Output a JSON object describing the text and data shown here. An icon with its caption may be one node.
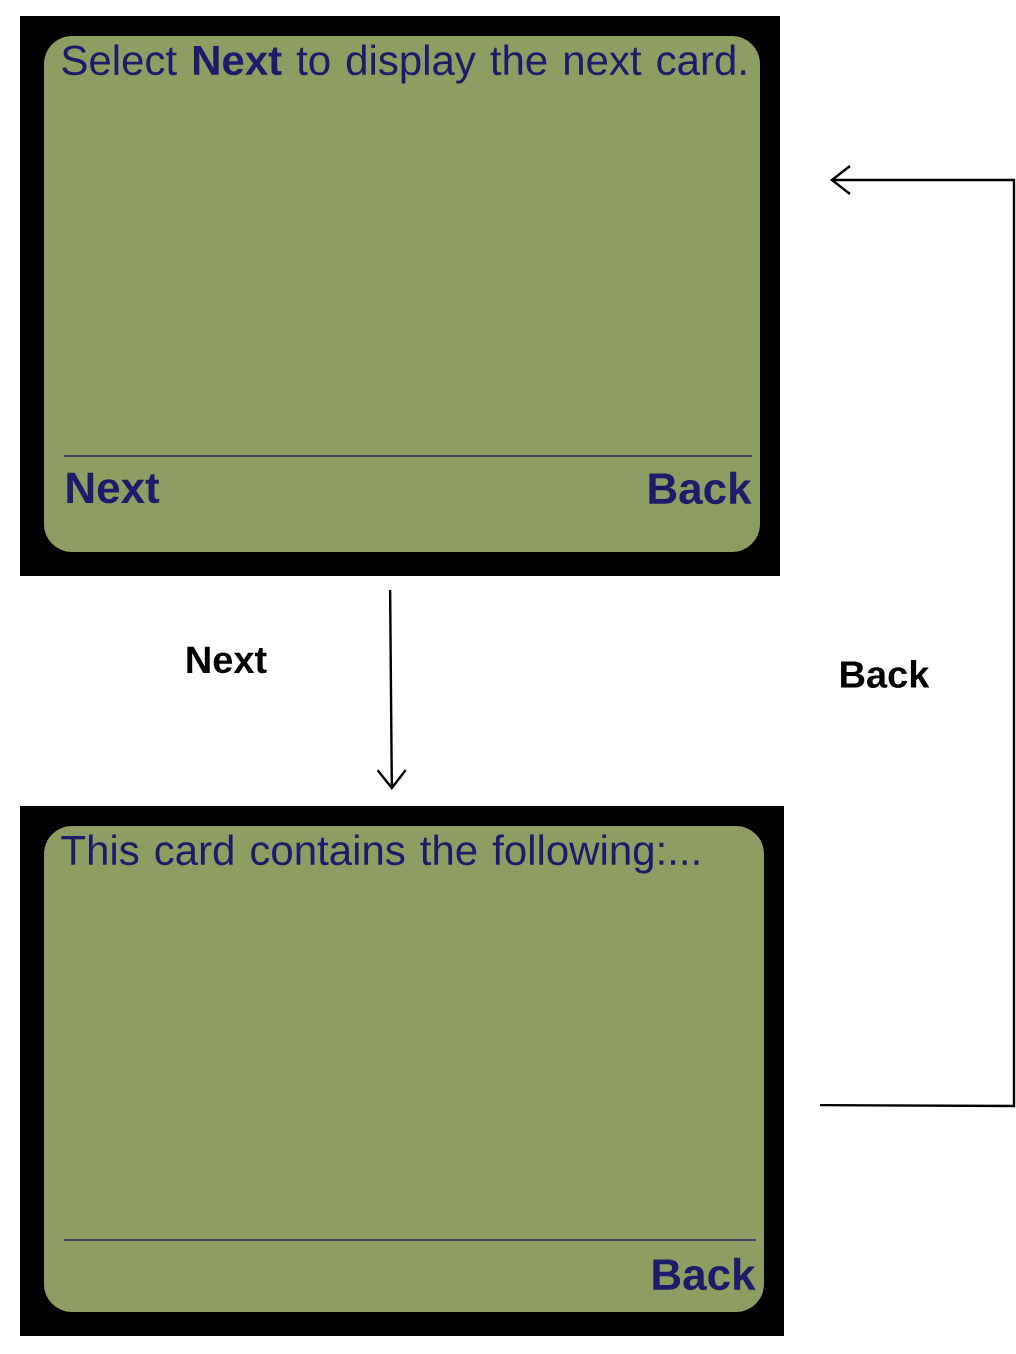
{
  "diagram": {
    "nodes": [
      {
        "text": [
          "Select **Next** to display the next card.",
          "Next",
          "Back"
        ]
      },
      {
        "text": [
          "This card contains the following:...",
          "Back"
        ]
      }
    ],
    "edges": [
      {
        "from": 0,
        "to": 1,
        "arrow": "to",
        "label": "Next"
      },
      {
        "from": 1,
        "to": 0,
        "arrow": "to",
        "label": "Back"
      }
    ]
  }
}
